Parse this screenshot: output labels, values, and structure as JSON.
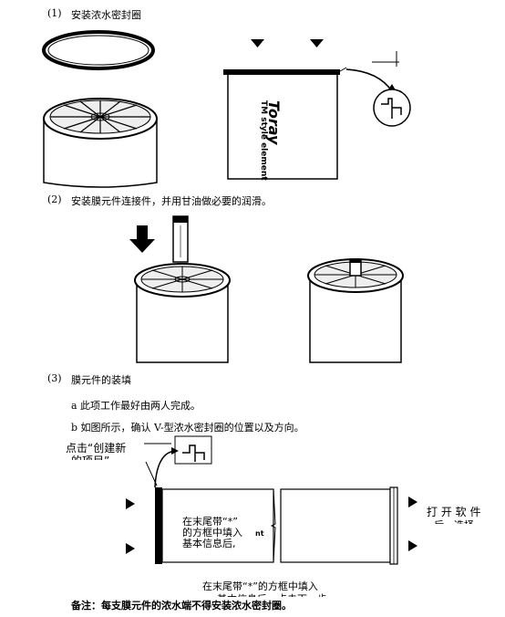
{
  "step1": {
    "number": "(1)",
    "title": "安装浓水密封圈"
  },
  "step2": {
    "number": "(2)",
    "title": "安装膜元件连接件，并用甘油做必要的润滑。"
  },
  "step3": {
    "number": "(3)",
    "title": "膜元件的装填",
    "item_a": "a 此项工作最好由两人完成。",
    "item_b": "b 如图所示，确认 V-型浓水密封圈的位置以及方向。"
  },
  "element_label": {
    "brand": "Toray",
    "subtitle": "TM style element"
  },
  "overlays": {
    "click_create_1": "点击“创建新",
    "click_create_2": "的项目”",
    "fill_box_1": "在末尾带“*”",
    "fill_box_2": "的方框中填入",
    "fill_box_3": "基本信息后,",
    "nt": "nt",
    "open_software_1": "打 开 软 件",
    "open_software_2": "后，选择",
    "bottom_1": "在末尾带“*”的方框中填入",
    "bottom_2": "基本信息后，点击下一步"
  },
  "note": "备注：每支膜元件的浓水端不得安装浓水密封圈。"
}
